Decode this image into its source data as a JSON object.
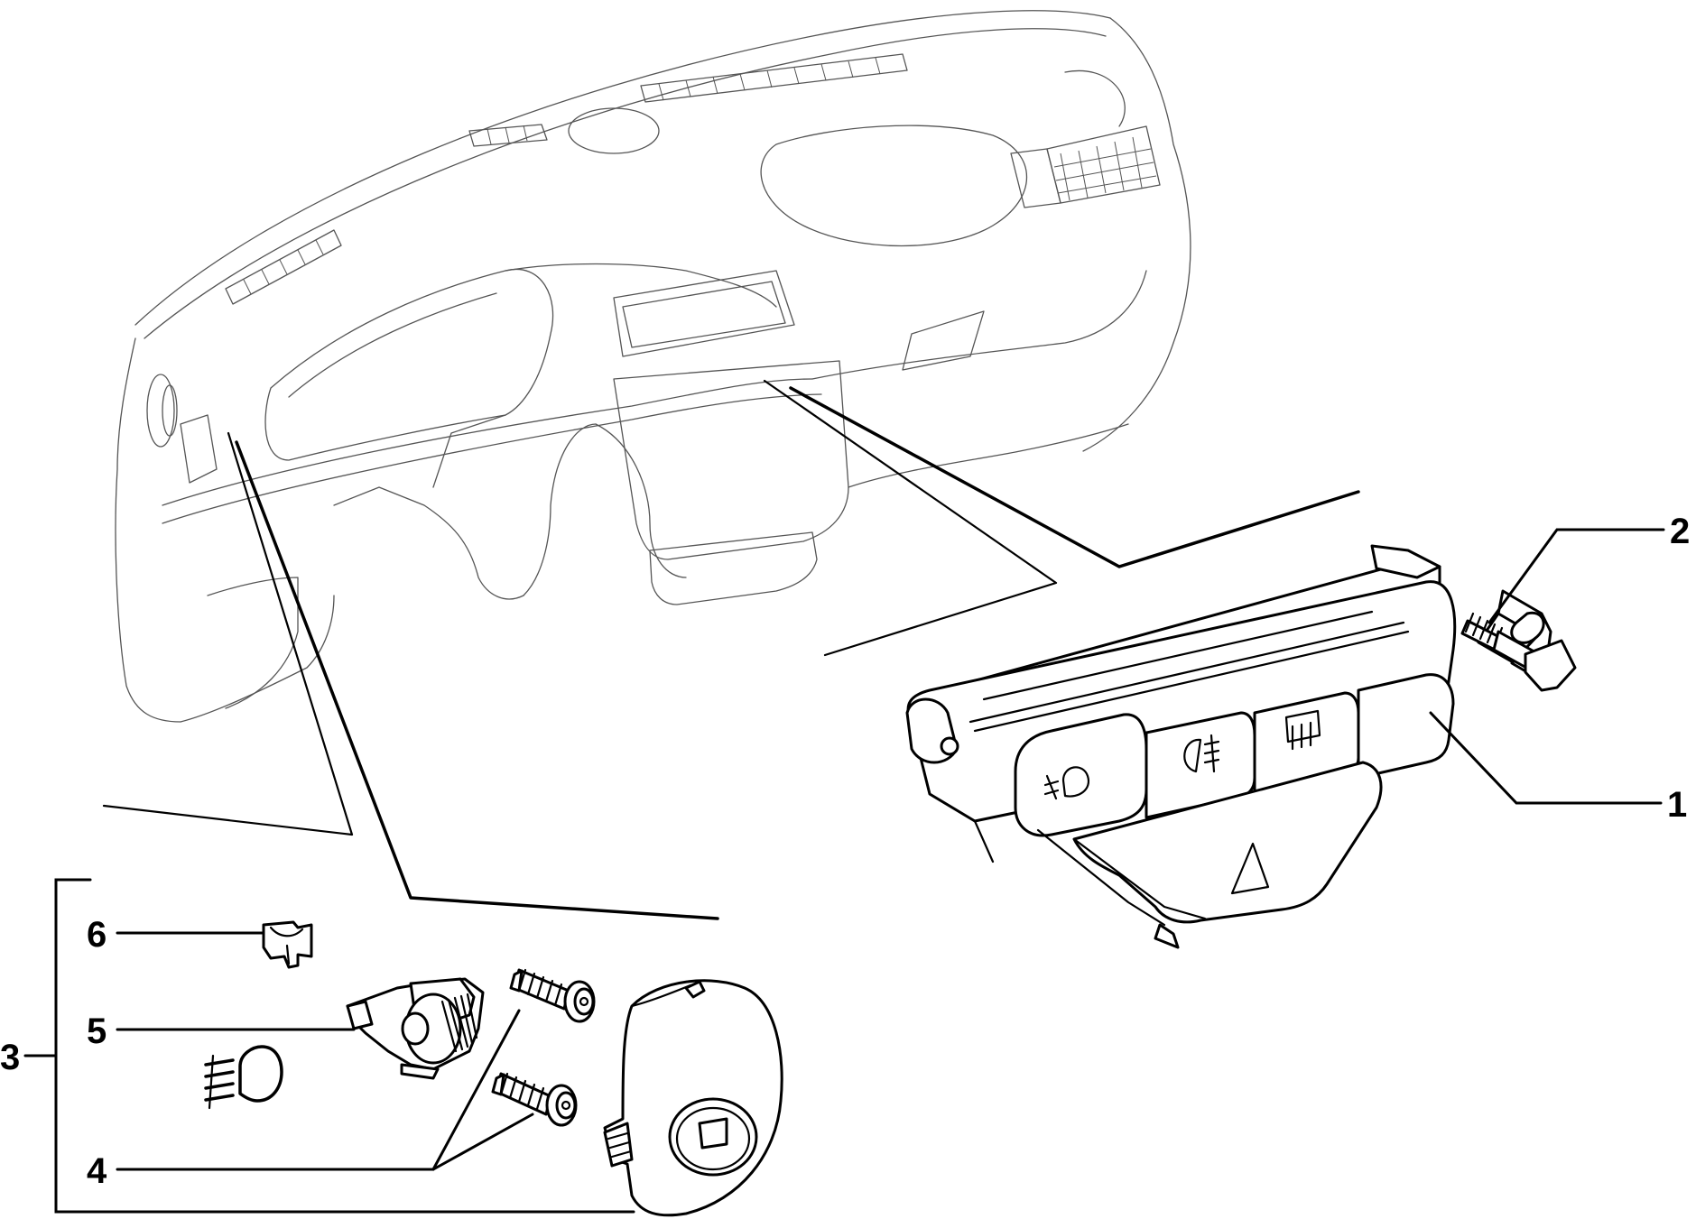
{
  "callouts": [
    {
      "id": "1",
      "label": "1"
    },
    {
      "id": "2",
      "label": "2"
    },
    {
      "id": "3",
      "label": "3"
    },
    {
      "id": "4",
      "label": "4"
    },
    {
      "id": "5",
      "label": "5"
    },
    {
      "id": "6",
      "label": "6"
    }
  ],
  "icons": {
    "fog_front": "front-fog-light-icon",
    "fog_rear": "rear-fog-light-icon",
    "rear_defrost": "rear-window-defrost-icon",
    "hazard": "hazard-warning-icon",
    "headlamp": "headlamp-levelling-icon"
  }
}
